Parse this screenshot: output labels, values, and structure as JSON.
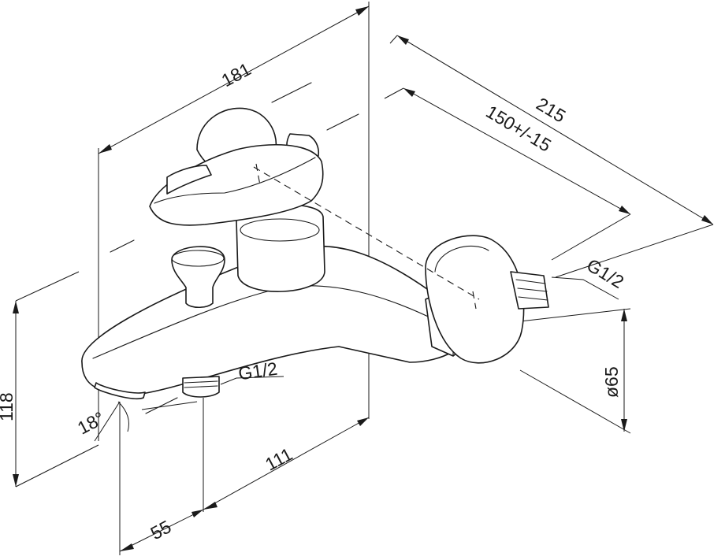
{
  "dimensions": {
    "width_total": "181",
    "depth_total": "215",
    "centers": "150+/-15",
    "inlet_thread": "G1/2",
    "flange_diameter": "ø65",
    "height": "118",
    "spout_angle": "18°",
    "spout_to_outlet": "55",
    "outlet_to_rear": "111",
    "outlet_thread": "G1/2"
  }
}
